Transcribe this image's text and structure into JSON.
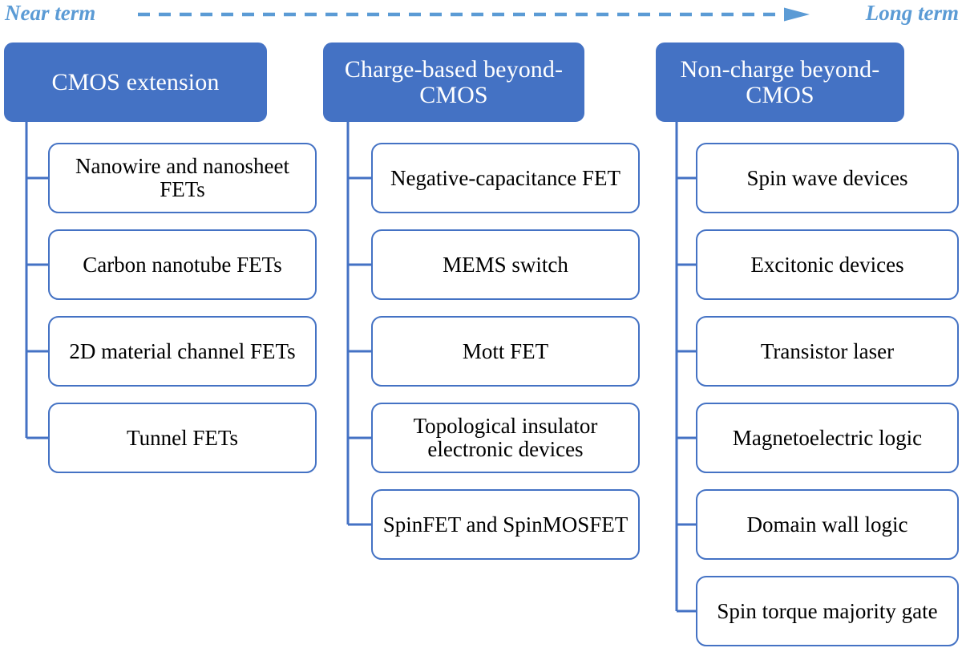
{
  "timeline": {
    "near_label": "Near term",
    "long_label": "Long term",
    "arrow_style": "dashed-right-arrow",
    "color": "#5B9BD5"
  },
  "theme": {
    "header_fill": "#4472C4",
    "header_text": "#FFFFFF",
    "box_border": "#4472C4",
    "box_fill": "#FFFFFF",
    "box_text": "#000000",
    "connector": "#4472C4"
  },
  "columns": [
    {
      "id": "cmos-extension",
      "header": "CMOS extension",
      "items": [
        "Nanowire and nanosheet FETs",
        "Carbon nanotube FETs",
        "2D material channel FETs",
        "Tunnel FETs"
      ]
    },
    {
      "id": "charge-based-beyond-cmos",
      "header": "Charge-based beyond-CMOS",
      "items": [
        "Negative-capacitance FET",
        "MEMS switch",
        "Mott FET",
        "Topological insulator electronic devices",
        "SpinFET and SpinMOSFET"
      ]
    },
    {
      "id": "non-charge-beyond-cmos",
      "header": "Non-charge beyond-CMOS",
      "items": [
        "Spin wave devices",
        "Excitonic devices",
        "Transistor laser",
        "Magnetoelectric logic",
        "Domain wall logic",
        "Spin torque majority gate"
      ]
    }
  ]
}
